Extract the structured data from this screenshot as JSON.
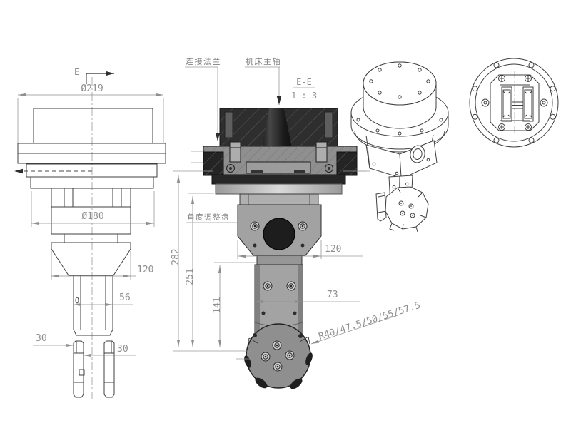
{
  "drawing": {
    "title_block": null,
    "labels": {
      "section_arrow": "E",
      "flange": "连接法兰",
      "spindle": "机床主轴",
      "section_title": "E-E",
      "section_scale": "1 : 3",
      "angle_plate": "角度调整盘",
      "radius_note": "R40/47.5/50/55/57.5"
    },
    "dims": {
      "left": {
        "diameter_top": "Ø219",
        "diameter_mid": "Ø180",
        "width": "120",
        "neck": "56",
        "prong_left": "30",
        "prong_right": "30"
      },
      "front": {
        "total": "282",
        "body": "251",
        "column": "141",
        "width": "120",
        "head": "73"
      }
    },
    "colors": {
      "background": "#ffffff",
      "line_work": "#3f3f3f",
      "dimension_gray": "#8f8f8f",
      "render_dark_block": "#2e2e2e",
      "render_flange_gray": "#8f8f8f",
      "render_body_gray": "#a3a3a3",
      "render_light_cylinder": "#c9c9c9",
      "render_accent_dark": "#1d1d1d"
    }
  }
}
